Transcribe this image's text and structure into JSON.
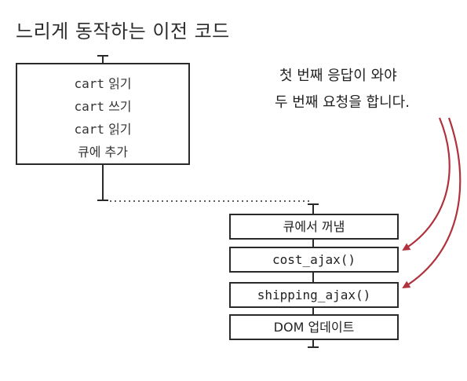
{
  "title": "느리게 동작하는 이전 코드",
  "annotation": {
    "line1": "첫 번째 응답이 와야",
    "line2": "두 번째 요청을 합니다."
  },
  "first_block": {
    "steps": [
      {
        "code": "cart",
        "text": " 읽기"
      },
      {
        "code": "cart",
        "text": " 쓰기"
      },
      {
        "code": "cart",
        "text": " 읽기"
      },
      {
        "code": "",
        "text": "큐에 추가"
      }
    ]
  },
  "second_block": {
    "steps": [
      {
        "code": "",
        "text": "큐에서 꺼냄"
      },
      {
        "code": "cost_ajax()",
        "text": ""
      },
      {
        "code": "shipping_ajax()",
        "text": ""
      },
      {
        "code": "",
        "text": "DOM 업데이트"
      }
    ]
  },
  "colors": {
    "stroke": "#2a2a2a",
    "arrow": "#b0323c"
  }
}
